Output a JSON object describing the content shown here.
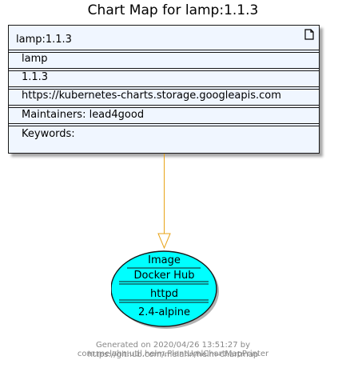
{
  "title": "Chart Map for lamp:1.1.3",
  "chart": {
    "header": "lamp:1.1.3",
    "name": "lamp",
    "version": "1.1.3",
    "repository": "https://kubernetes-charts.storage.googleapis.com",
    "maintainers": "Maintainers: lead4good",
    "keywords": "Keywords:"
  },
  "image": {
    "label": "Image",
    "registry": "Docker Hub",
    "name": "httpd",
    "tag": "2.4-alpine"
  },
  "colors": {
    "chart_fill": "#f0f6ff",
    "image_fill": "#00ffff",
    "edge": "#e8a317",
    "footer_text": "#888888"
  },
  "footer": {
    "line1": "Generated on 2020/04/26 13:51:27 by com.melahn.util.helm.PlantUmlChartMapPrinter",
    "line2": "https://github.com/melahn/helm-chartmap"
  }
}
